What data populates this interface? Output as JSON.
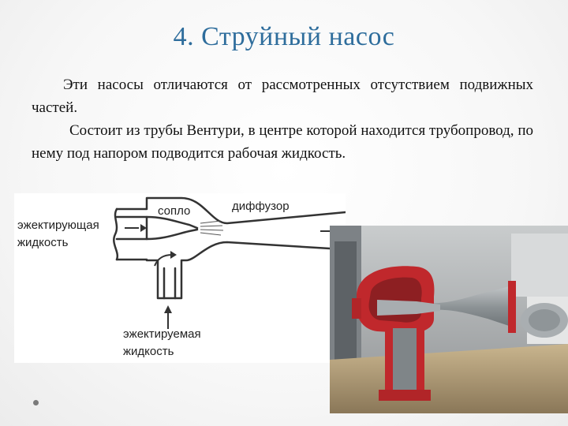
{
  "slide": {
    "title": "4. Струйный насос",
    "paragraph_1": "Эти насосы отличаются от рассмотренных отсутствием подвижных частей.",
    "paragraph_2": "Состоит из трубы Вентури, в центре которой находится трубопровод, по нему под напором подводится рабочая жидкость."
  },
  "diagram": {
    "label_nozzle": "сопло",
    "label_diffuser": "диффузор",
    "label_ejecting_1": "эжектирующая",
    "label_ejecting_2": "жидкость",
    "label_ejected_1": "эжектируемая",
    "label_ejected_2": "жидкость"
  },
  "icons": {
    "bullet": "bullet-dot-icon"
  },
  "colors": {
    "title": "#2e6d9c",
    "pump_body": "#c0282c",
    "steel": "#9aa0a3"
  }
}
